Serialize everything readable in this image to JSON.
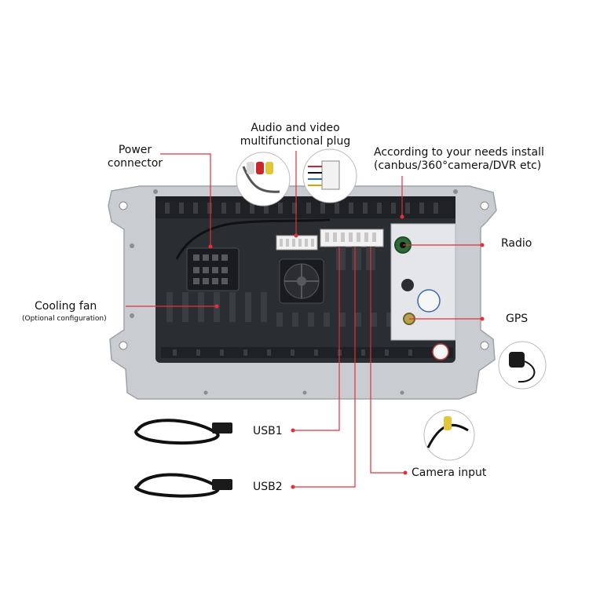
{
  "labels": {
    "audio_video": [
      "Audio and video",
      "multifunctional plug"
    ],
    "power": [
      "Power",
      "connector"
    ],
    "according": [
      "According to your needs install",
      "(canbus/360°camera/DVR etc)"
    ],
    "radio": "Radio",
    "cooling_fan": "Cooling fan",
    "cooling_fan_note": "(Optional configuration)",
    "gps": "GPS",
    "usb1": "USB1",
    "usb2": "USB2",
    "camera_input": "Camera input"
  },
  "colors": {
    "leader_line": "#e0303a",
    "frame": "#c9ccd0",
    "body": "#2a2d31",
    "connector": "#f2f2f2"
  },
  "icons": [
    "rca-cable-icon",
    "wire-harness-icon",
    "gps-antenna-icon",
    "camera-cable-icon",
    "usb-cable-icon"
  ]
}
